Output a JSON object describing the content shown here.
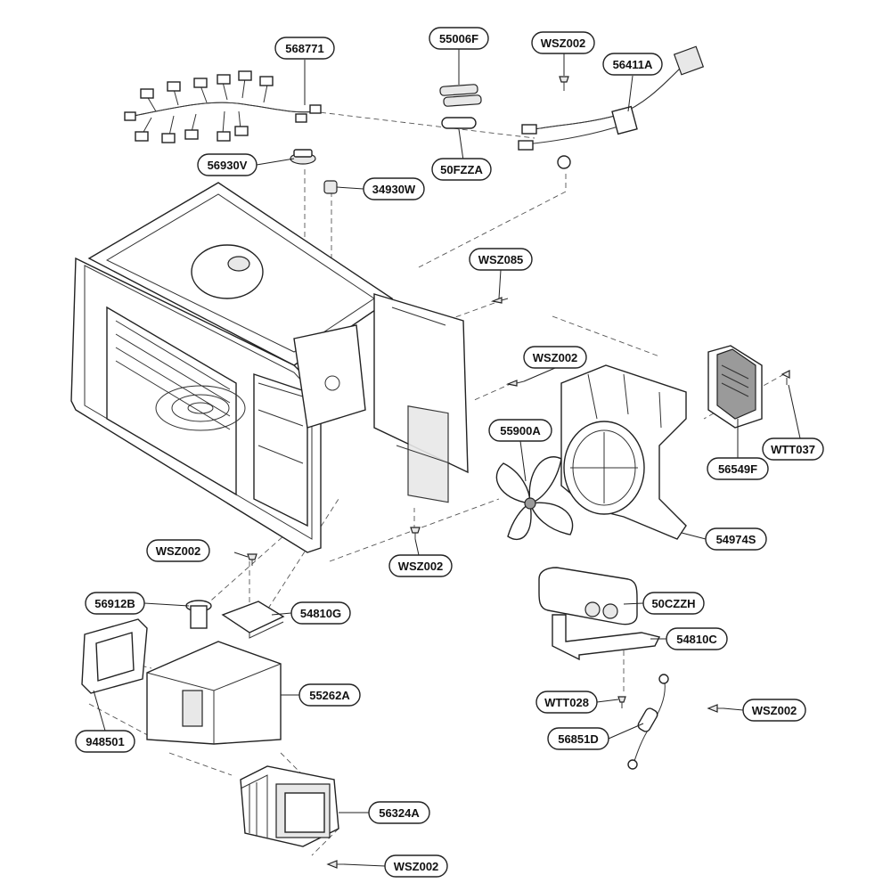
{
  "parts": {
    "p568771": "568771",
    "p55006F": "55006F",
    "pWSZ002_top": "WSZ002",
    "p56411A": "56411A",
    "p56930V": "56930V",
    "p50FZZA": "50FZZA",
    "p34930W": "34930W",
    "pWSZ085": "WSZ085",
    "pWSZ002_fan": "WSZ002",
    "p55900A": "55900A",
    "p56549F": "56549F",
    "pWTT037": "WTT037",
    "p54974S": "54974S",
    "pWSZ002_left": "WSZ002",
    "pWSZ002_mid": "WSZ002",
    "p56912B": "56912B",
    "p54810G": "54810G",
    "p50CZZH": "50CZZH",
    "p54810C": "54810C",
    "p55262A": "55262A",
    "p948501": "948501",
    "pWTT028": "WTT028",
    "pWSZ002_right": "WSZ002",
    "p56851D": "56851D",
    "p56324A": "56324A",
    "pWSZ002_bottom": "WSZ002"
  }
}
